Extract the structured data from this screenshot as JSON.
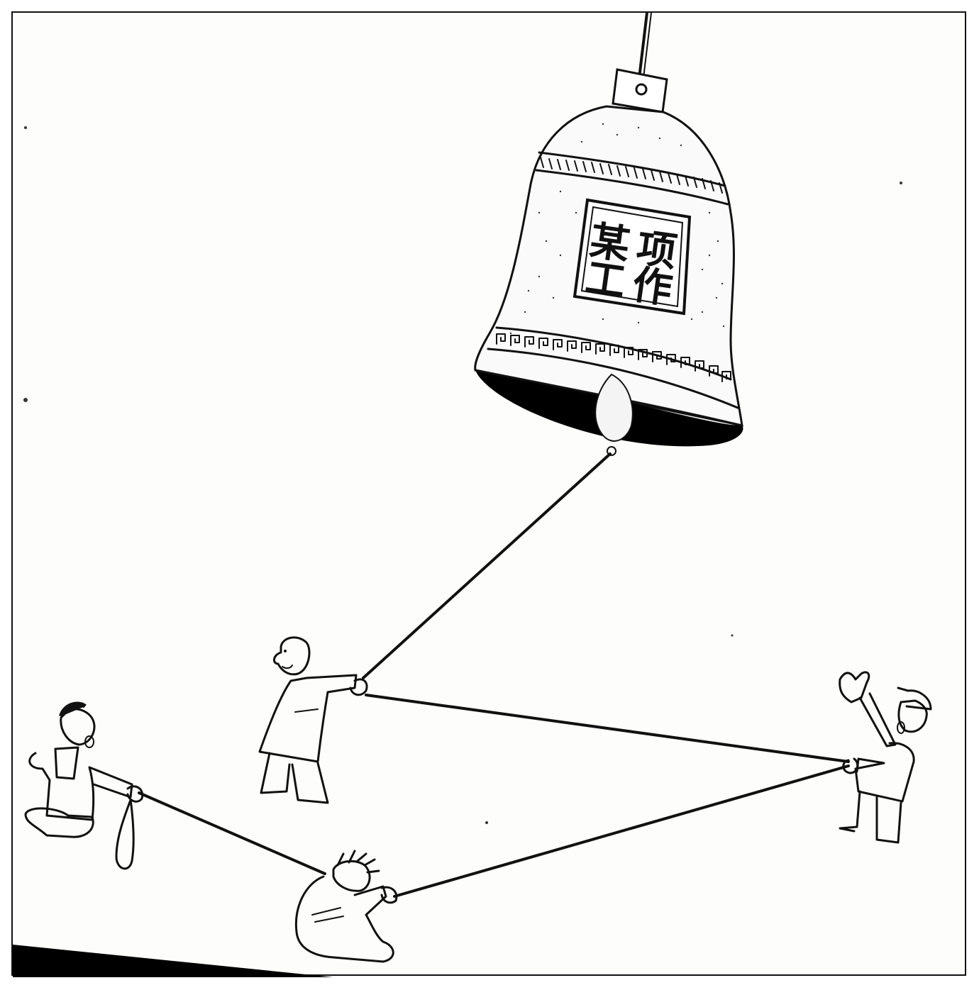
{
  "image": {
    "type": "cartoon",
    "style": "black-and-white line drawing"
  },
  "bell": {
    "plaque_chars": [
      "某",
      "项",
      "工",
      "作"
    ]
  },
  "figures": [
    "figure-bald-man",
    "figure-kneeling-man",
    "figure-crouching-man",
    "figure-cap-man"
  ],
  "colors": {
    "ink": "#111111",
    "paper": "#fdfdfb",
    "bell_shadow": "#000000"
  }
}
